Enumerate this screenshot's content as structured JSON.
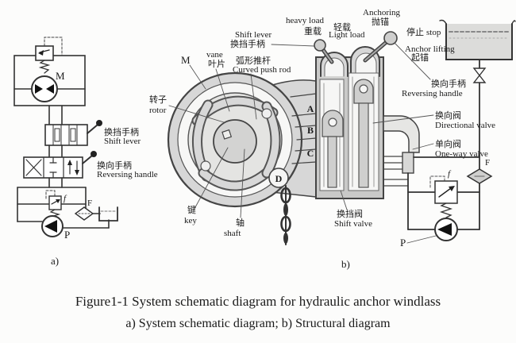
{
  "colors": {
    "line": "#333333",
    "fill_light": "#d9d9d9",
    "fill_mid": "#c9c9c9",
    "background": "#fcfcfb",
    "text": "#1a1a1a"
  },
  "caption": {
    "line1": "Figure1-1  System schematic diagram for hydraulic anchor windlass",
    "line2": "a) System schematic diagram; b) Structural diagram"
  },
  "diagram_a": {
    "caption": "a)",
    "motor_label": "M",
    "shift_lever": {
      "zh": "换挡手柄",
      "en": "Shift lever"
    },
    "reversing_handle": {
      "zh": "换向手柄",
      "en": "Reversing handle"
    },
    "pilot_label": "f",
    "filter_label": "F",
    "pump_label": "P"
  },
  "diagram_b": {
    "caption": "b)",
    "motor_label": "M",
    "vane": {
      "en": "vane",
      "zh": "叶片"
    },
    "shift_lever": {
      "en": "Shift lever",
      "zh": "换挡手柄"
    },
    "curved_push_rod": {
      "zh": "弧形推杆",
      "en": "Curved push rod"
    },
    "heavy_load": {
      "en": "heavy load",
      "zh": "重载"
    },
    "light_load": {
      "zh": "轻载",
      "en": "Light load"
    },
    "anchoring": {
      "en": "Anchoring",
      "zh": "抛锚"
    },
    "stop": {
      "zh": "停止",
      "en": "stop"
    },
    "anchor_lifting": {
      "en": "Anchor lifting",
      "zh": "起锚"
    },
    "reversing_handle": {
      "zh": "换向手柄",
      "en": "Reversing handle"
    },
    "rotor": {
      "zh": "转子",
      "en": "rotor"
    },
    "key": {
      "zh": "键",
      "en": "key"
    },
    "shaft": {
      "zh": "轴",
      "en": "shaft"
    },
    "shift_valve": {
      "zh": "换挡阀",
      "en": "Shift valve"
    },
    "directional_valve": {
      "zh": "换向阀",
      "en": "Directional valve"
    },
    "one_way_valve": {
      "zh": "单向阀",
      "en": "One-way valve"
    },
    "ports": {
      "a": "A",
      "b": "B",
      "c": "C",
      "d": "D"
    },
    "filter_label": "F",
    "pilot_label": "f",
    "pump_label": "P"
  }
}
